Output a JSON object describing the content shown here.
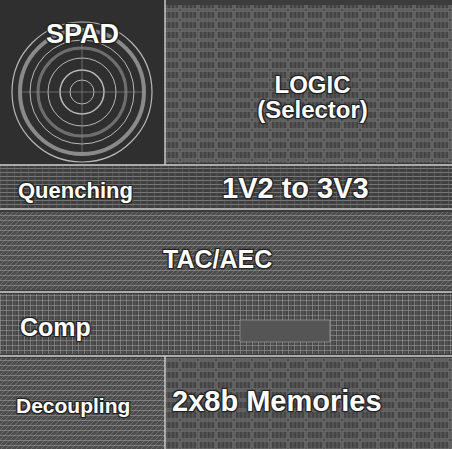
{
  "diagram": {
    "labels": [
      "SPAD",
      "LOGIC (Selector)",
      "Quenching",
      "1V2 to 3V3",
      "TAC/AEC",
      "Comp",
      "Decoupling",
      "2x8b Memories"
    ]
  }
}
